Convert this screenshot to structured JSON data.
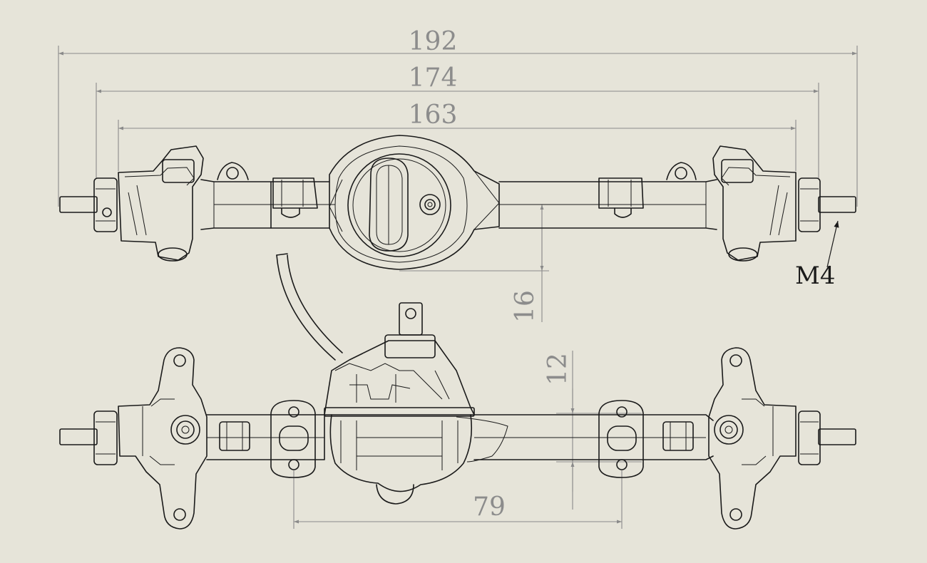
{
  "dimensions": {
    "overall": "192",
    "axle_housing": "174",
    "hub_to_hub": "163",
    "offset_top": "16",
    "offset_bottom": "12",
    "link_mount_spacing": "79"
  },
  "annotations": {
    "thread": "M4"
  },
  "colors": {
    "background": "#e6e4d9",
    "line": "#1a1a1a",
    "dimension": "#8a8a8a"
  }
}
